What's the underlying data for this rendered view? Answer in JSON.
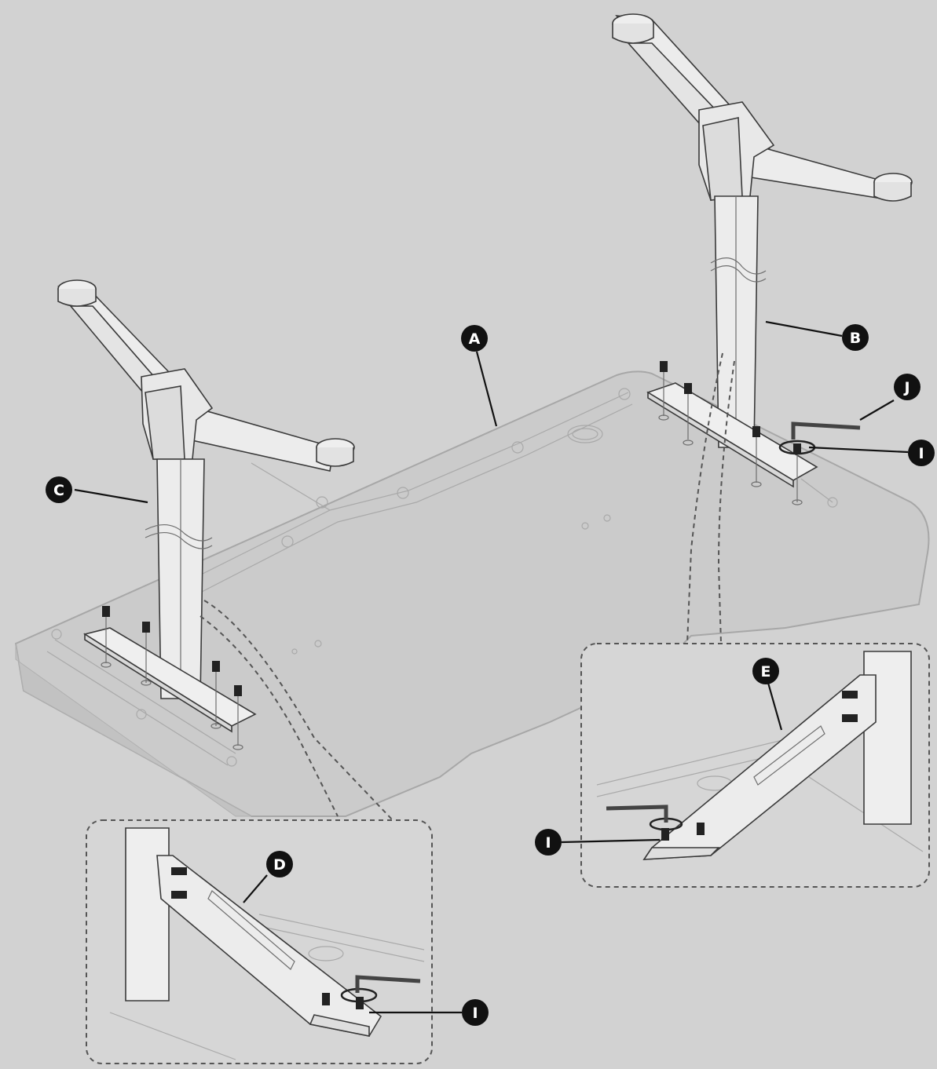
{
  "callouts": {
    "A": "A",
    "B": "B",
    "C": "C",
    "D": "D",
    "E": "E",
    "I_main": "I",
    "I_inset_right": "I",
    "I_inset_left": "I",
    "J": "J"
  },
  "colors": {
    "background": "#d2d2d2",
    "desktop_fill": "#cacaca",
    "frame_fill": "#ececec",
    "outline": "#3a3a3a",
    "callout_fill": "#111111",
    "callout_text": "#ffffff"
  }
}
